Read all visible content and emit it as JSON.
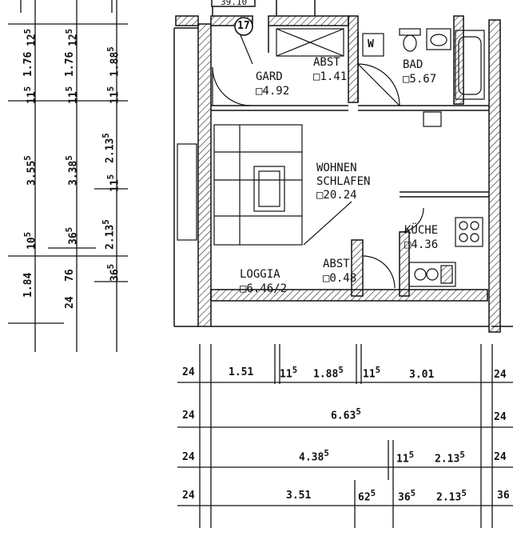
{
  "unit_number": "17",
  "top_area_fragment": "39.10",
  "w_label": "W",
  "rooms": {
    "gard": {
      "name": "GARD",
      "area": "□4.92"
    },
    "abst_top": {
      "name": "ABST",
      "area": "□1.41"
    },
    "bad": {
      "name": "BAD",
      "area": "□5.67"
    },
    "wohnen": {
      "name1": "WOHNEN",
      "name2": "SCHLAFEN",
      "area": "□20.24"
    },
    "kueche": {
      "name": "KÜCHE",
      "area": "□4.36"
    },
    "abst_bottom": {
      "name": "ABST",
      "area": "□0.48"
    },
    "loggia": {
      "name": "LOGGIA",
      "area": "□6.46/2"
    }
  },
  "dims_bottom": {
    "row1": {
      "a": "24",
      "b": "1.51",
      "c": "11",
      "c_sup": "5",
      "d": "1.88",
      "d_sup": "5",
      "e": "11",
      "e_sup": "5",
      "f": "3.01",
      "g": "24"
    },
    "row2": {
      "a": "24",
      "b": "6.63",
      "b_sup": "5",
      "c": "24"
    },
    "row3": {
      "a": "24",
      "b": "4.38",
      "b_sup": "5",
      "c": "11",
      "c_sup": "5",
      "d": "2.13",
      "d_sup": "5",
      "e": "24"
    },
    "row4": {
      "a": "24",
      "b": "3.51",
      "c": "62",
      "c_sup": "5",
      "d": "36",
      "d_sup": "5",
      "e": "2.13",
      "e_sup": "5",
      "f": "36"
    }
  },
  "dims_left": {
    "col1": {
      "a": "12",
      "a_sup": "5",
      "b": "1.76",
      "c": "11",
      "c_sup": "5",
      "d": "3.55",
      "d_sup": "5",
      "e": "10",
      "e_sup": "5",
      "f": "1.84"
    },
    "col2": {
      "a": "12",
      "a_sup": "5",
      "b": "1.76",
      "c": "11",
      "c_sup": "5",
      "d": "3.38",
      "d_sup": "5",
      "e": "36",
      "e_sup": "5",
      "f": "76",
      "g": "24"
    },
    "col3": {
      "a": "1.88",
      "a_sup": "5",
      "b": "11",
      "b_sup": "5",
      "c": "2.13",
      "c_sup": "5",
      "d": "11",
      "d_sup": "5",
      "e": "2.13",
      "e_sup": "5",
      "f": "36",
      "f_sup": "5"
    }
  }
}
